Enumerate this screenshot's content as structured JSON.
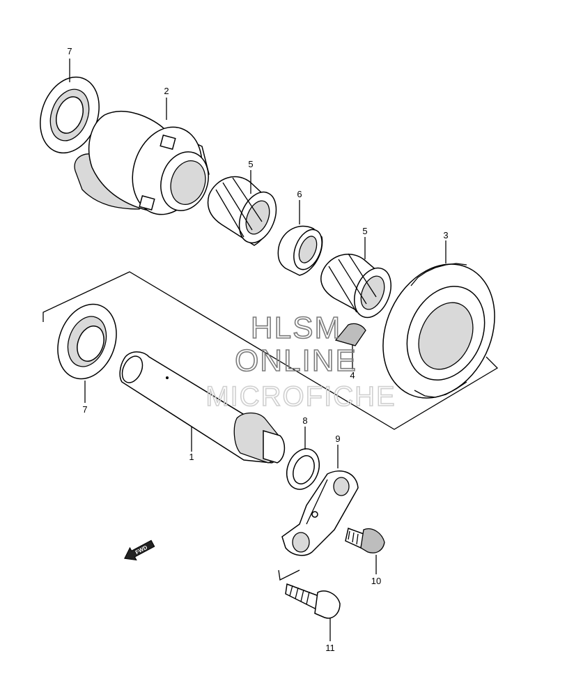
{
  "callouts": {
    "c1": "1",
    "c2": "2",
    "c3": "3",
    "c4": "4",
    "c5a": "5",
    "c5b": "5",
    "c6": "6",
    "c7a": "7",
    "c7b": "7",
    "c8": "8",
    "c9": "9",
    "c10": "10",
    "c11": "11"
  },
  "watermark": {
    "line1": "HLSM",
    "line2": "ONLINE",
    "line3": "MICROFICHE"
  },
  "fwd_label": "FWD"
}
